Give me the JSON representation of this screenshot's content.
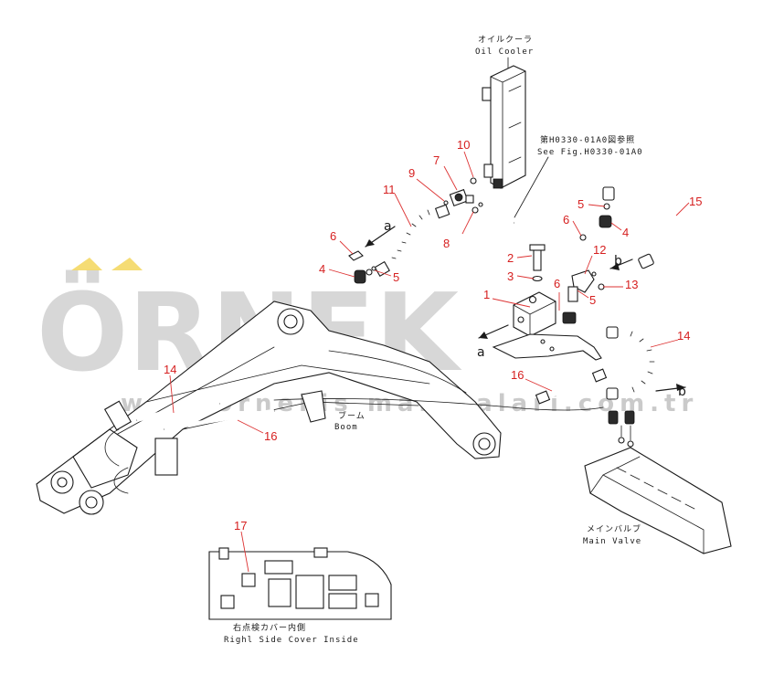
{
  "labels": {
    "oil_cooler_jp": "オイルクーラ",
    "oil_cooler_en": "Oil Cooler",
    "see_fig_jp": "第H0330-01A0図参照",
    "see_fig_en": "See Fig.H0330-01A0",
    "boom_jp": "ブーム",
    "boom_en": "Boom",
    "main_valve_jp": "メインバルブ",
    "main_valve_en": "Main Valve",
    "cover_jp": "右点検カバー内側",
    "cover_en": "Righl Side Cover Inside"
  },
  "arrows": {
    "a_top": "a",
    "a_bottom": "a",
    "b_top": "b",
    "b_bottom": "b"
  },
  "callouts": [
    "1",
    "2",
    "3",
    "4",
    "4",
    "5",
    "5",
    "5",
    "6",
    "6",
    "6",
    "7",
    "8",
    "9",
    "10",
    "11",
    "12",
    "13",
    "14",
    "14",
    "15",
    "16",
    "16",
    "17"
  ],
  "watermark": {
    "logo": "ÖRNEK",
    "url": "www.ornekis makinalari.com.tr",
    "color": "#c8c8c8"
  },
  "colors": {
    "callout": "#d62020",
    "line": "#1a1a1a"
  }
}
